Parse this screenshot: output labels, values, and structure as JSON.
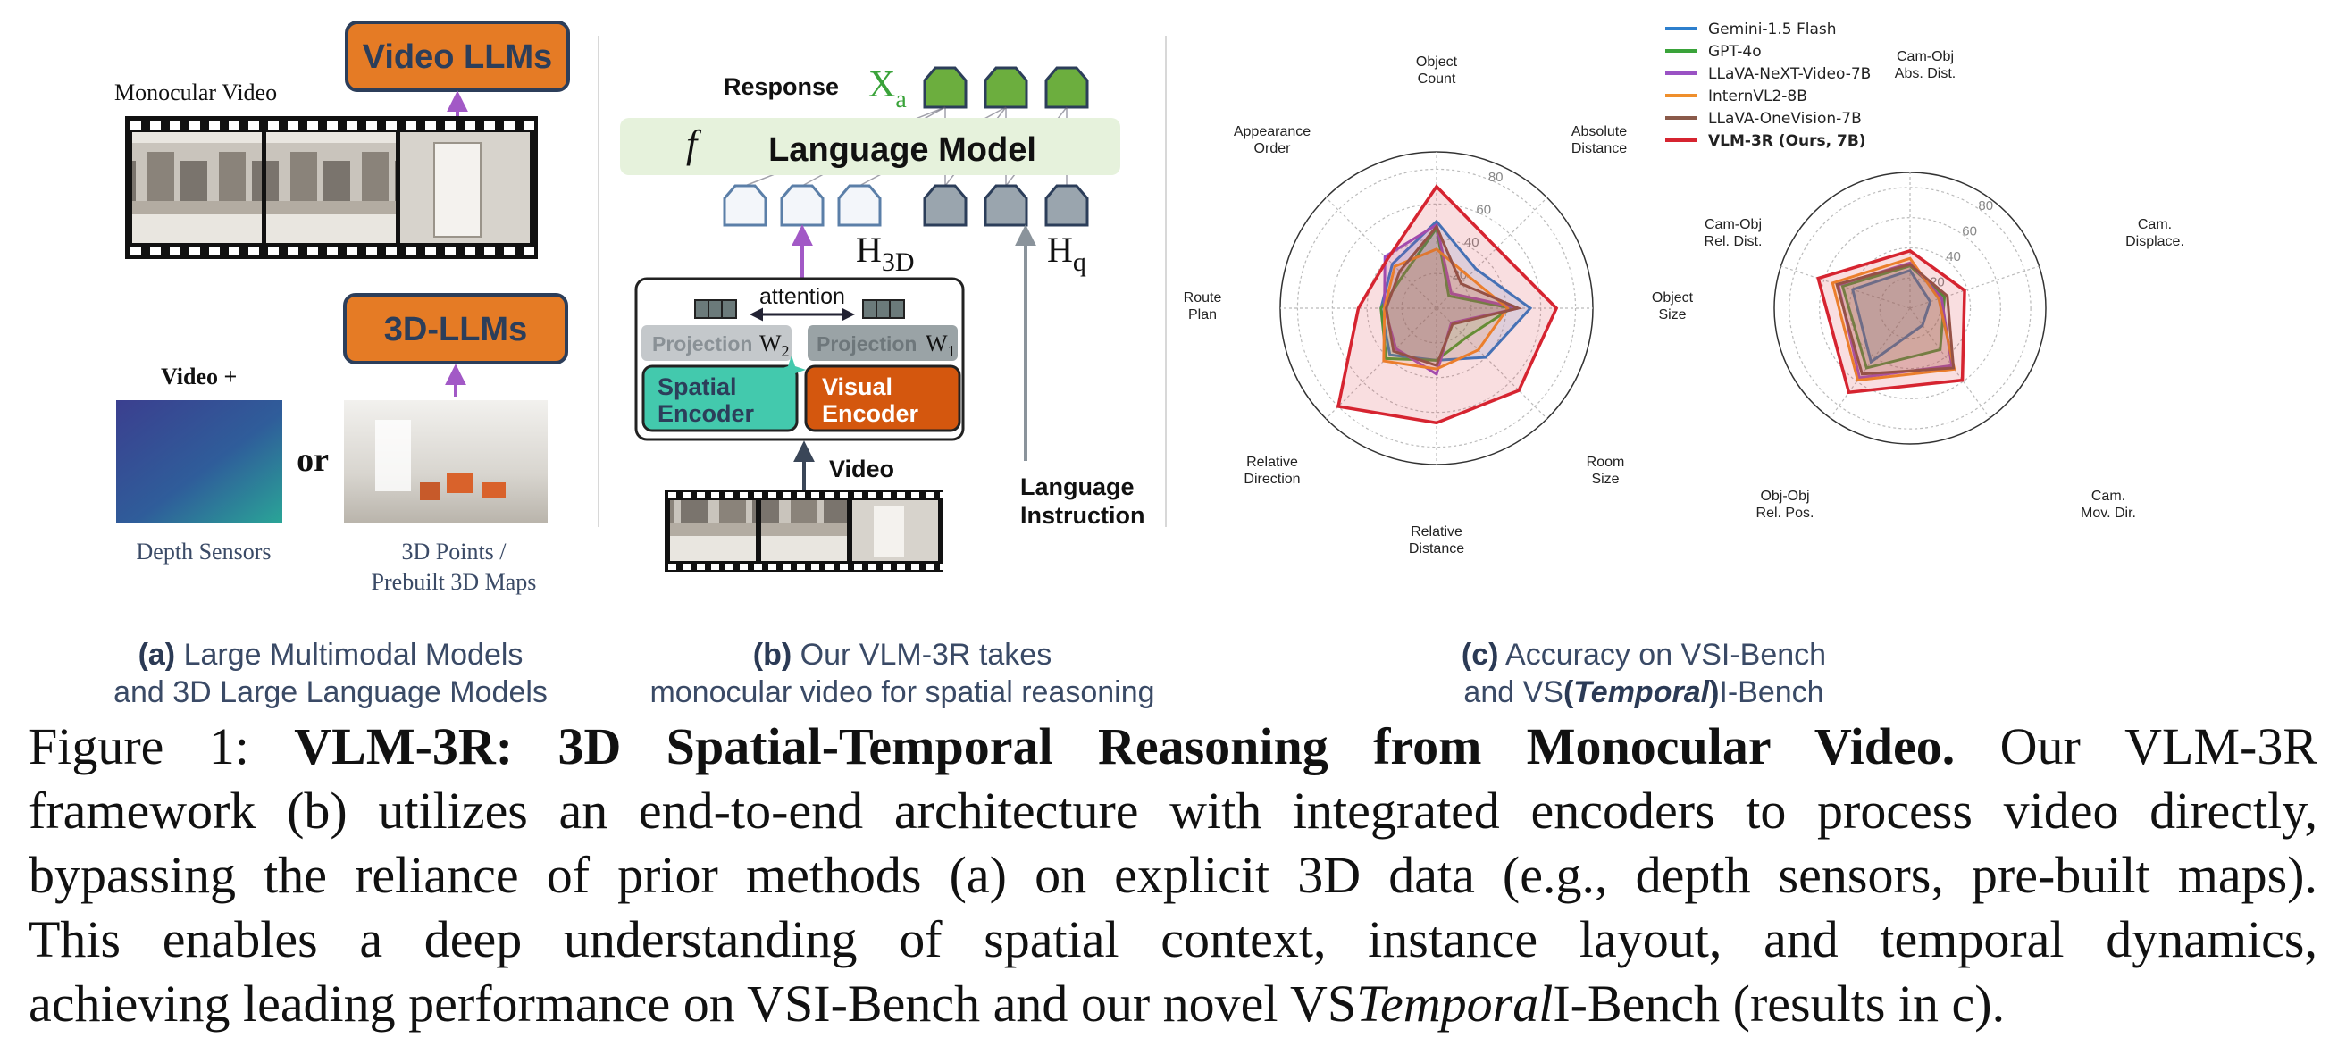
{
  "panel_a": {
    "monocular_video": "Monocular Video",
    "video_llms": "Video LLMs",
    "three_d_llms": "3D-LLMs",
    "video_plus": "Video +",
    "or": "or",
    "depth_sensors": "Depth Sensors",
    "points_line1": "3D Points /",
    "points_line2": "Prebuilt 3D Maps",
    "caption_label": "(a)",
    "caption_line1": "Large Multimodal Models",
    "caption_line2": "and 3D Large Language Models"
  },
  "panel_b": {
    "response": "Response",
    "xa_main": "X",
    "xa_sub": "a",
    "f": "f",
    "language_model": "Language Model",
    "h3d_main": "H",
    "h3d_sub": "3D",
    "hq_main": "H",
    "hq_sub": "q",
    "attention": "attention",
    "projection": "Projection",
    "w2_main": "W",
    "w2_sub": "2",
    "w1_main": "W",
    "w1_sub": "1",
    "spatial_l1": "Spatial",
    "spatial_l2": "Encoder",
    "visual_l1": "Visual",
    "visual_l2": "Encoder",
    "video": "Video",
    "lang_l1": "Language",
    "lang_l2": "Instruction",
    "caption_label": "(b)",
    "caption_line1": "Our VLM-3R takes",
    "caption_line2": "monocular video for spatial reasoning"
  },
  "panel_c": {
    "caption_label": "(c)",
    "caption_line1": "Accuracy on VSI-Bench",
    "caption_line2_pre": "and VS",
    "caption_line2_paren_open": "(",
    "caption_line2_em": "Temporal",
    "caption_line2_paren_close": ")",
    "caption_line2_post": "I-Bench"
  },
  "colors": {
    "orange_box": "#e57b25",
    "teal": "#43c9ad",
    "visual_orange": "#d4570e",
    "green_token": "#6cae3e",
    "purple_arrow": "#a259c6",
    "lm_band": "#e6f2dc",
    "grey_token": "#9aa5ae",
    "token_stroke": "#5b7fa8"
  },
  "chart_data": [
    {
      "type": "radar",
      "title": "",
      "radial_ticks": [
        20,
        40,
        60,
        80
      ],
      "rmax": 90,
      "axes": [
        "Object Count",
        "Absolute Distance",
        "Object Size",
        "Room Size",
        "Relative Distance",
        "Relative Direction",
        "Route Plan",
        "Appearance Order"
      ],
      "series": [
        {
          "name": "Gemini-1.5 Flash",
          "color": "#2d7fcd",
          "values": [
            50,
            32,
            54,
            40,
            30,
            38,
            32,
            36
          ]
        },
        {
          "name": "GPT-4o",
          "color": "#3aa33a",
          "values": [
            46,
            10,
            43,
            24,
            30,
            41,
            32,
            27
          ]
        },
        {
          "name": "LLaVA-NeXT-Video-7B",
          "color": "#9a52c4",
          "values": [
            48,
            12,
            47,
            12,
            38,
            33,
            30,
            42
          ]
        },
        {
          "name": "InternVL2-8B",
          "color": "#ef8f2c",
          "values": [
            34,
            26,
            41,
            34,
            35,
            43,
            30,
            34
          ]
        },
        {
          "name": "LLaVA-OneVision-7B",
          "color": "#8a5a4a",
          "values": [
            47,
            20,
            47,
            13,
            33,
            35,
            29,
            30
          ]
        },
        {
          "name": "VLM-3R (Ours, 7B)",
          "color": "#d62430",
          "bold": true,
          "values": [
            70,
            49,
            69,
            67,
            66,
            80,
            45,
            40
          ]
        }
      ]
    },
    {
      "type": "radar",
      "title": "",
      "radial_ticks": [
        20,
        40,
        60,
        80
      ],
      "rmax": 90,
      "axes": [
        "Cam-Obj Abs. Dist.",
        "Cam. Displace.",
        "Cam. Mov. Dir.",
        "Obj-Obj Rel. Pos.",
        "Cam-Obj Rel. Dist."
      ],
      "series": [
        {
          "name": "Gemini-1.5 Flash",
          "color": "#2d7fcd",
          "values": [
            25,
            14,
            14,
            44,
            40
          ]
        },
        {
          "name": "GPT-4o",
          "color": "#3aa33a",
          "values": [
            28,
            24,
            34,
            49,
            47
          ]
        },
        {
          "name": "LLaVA-NeXT-Video-7B",
          "color": "#9a52c4",
          "values": [
            30,
            22,
            47,
            57,
            50
          ]
        },
        {
          "name": "InternVL2-8B",
          "color": "#ef8f2c",
          "values": [
            33,
            20,
            50,
            59,
            54
          ]
        },
        {
          "name": "LLaVA-OneVision-7B",
          "color": "#8a5a4a",
          "values": [
            29,
            26,
            49,
            54,
            51
          ]
        },
        {
          "name": "VLM-3R (Ours, 7B)",
          "color": "#d62430",
          "values": [
            38,
            38,
            59,
            69,
            64
          ]
        }
      ]
    }
  ],
  "figure_caption": {
    "line1_pre": "Figure 1:",
    "line1_bold": "VLM-3R: 3D Spatial-Temporal Reasoning from Monocular Video.",
    "line1_post": "Our VLM-3R",
    "line2": "framework (b) utilizes an end-to-end architecture with integrated encoders to process video directly,",
    "line3": "bypassing the reliance of prior methods (a) on explicit 3D data (e.g., depth sensors, pre-built maps).",
    "line4": "This enables a deep understanding of spatial context, instance layout, and temporal dynamics,",
    "line5_pre": "achieving leading performance on VSI-Bench and our novel VS",
    "line5_em": "Temporal",
    "line5_post": "I-Bench (results in c)."
  }
}
